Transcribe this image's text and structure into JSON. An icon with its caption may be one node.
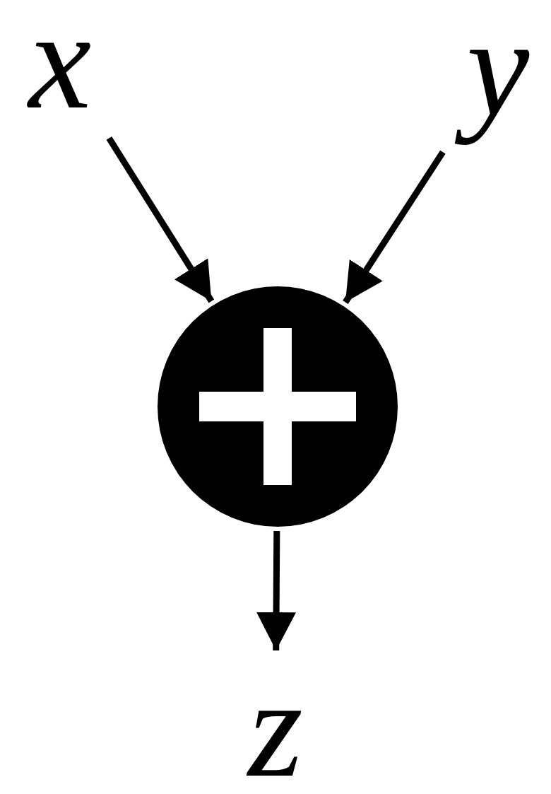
{
  "diagram": {
    "nodes": [
      {
        "text": [
          "x"
        ]
      },
      {
        "text": [
          "y"
        ]
      },
      {
        "text": [],
        "shape": "circle"
      },
      {
        "text": [
          "z"
        ]
      }
    ],
    "edges": [
      {
        "from": 0,
        "to": 2,
        "arrow": "to"
      },
      {
        "from": 1,
        "to": 2,
        "arrow": "to"
      },
      {
        "from": 2,
        "to": 3,
        "arrow": "to"
      }
    ]
  }
}
